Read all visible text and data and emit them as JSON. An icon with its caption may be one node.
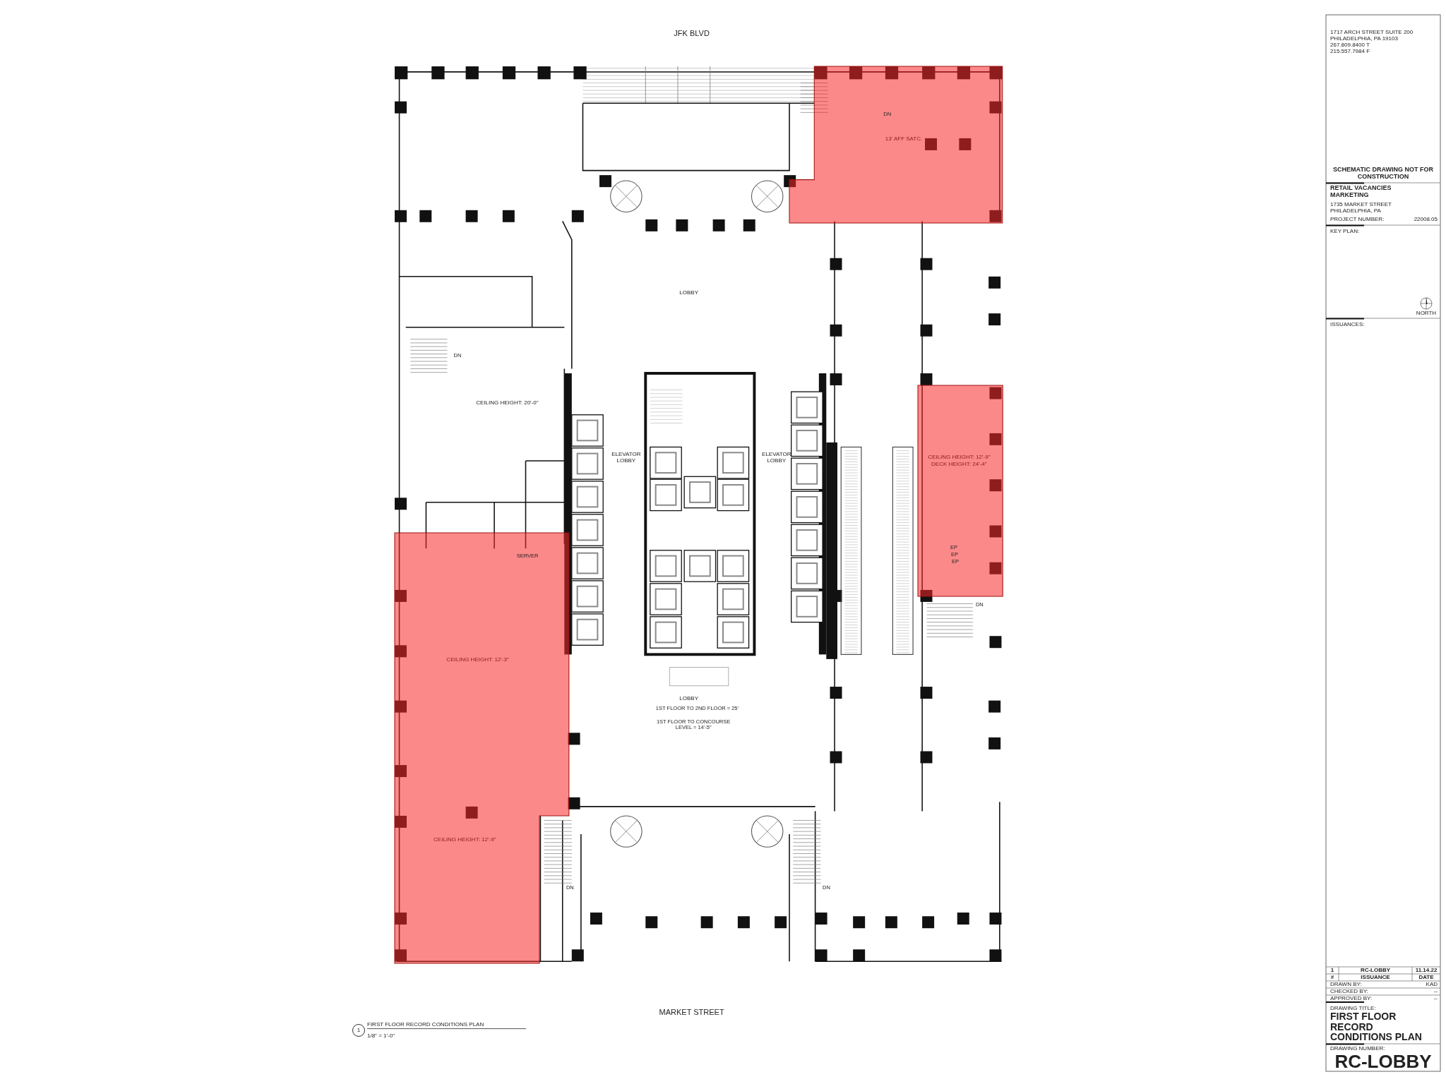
{
  "diagram": {
    "title": "FIRST FLOOR RECORD CONDITIONS PLAN",
    "nodes": [
      {
        "text": [
          "13' AFF SATC."
        ]
      },
      {
        "text": [
          "CEILING HEIGHT: 12'-9\"",
          "DECK HEIGHT: 24'-4\""
        ]
      },
      {
        "text": [
          "CEILING HEIGHT: 12'-3\"",
          "CEILING HEIGHT: 12'-9\""
        ]
      }
    ],
    "labels": [
      "JFK BLVD",
      "DN",
      "DN",
      "LOBBY",
      "CEILING HEIGHT: 20'-0\"",
      "ELEVATOR LOBBY",
      "ELEVATOR LOBBY",
      "SERVER",
      "EP",
      "EP",
      "EP",
      "DN",
      "LOBBY",
      "1ST FLOOR TO 2ND FLOOR = 25'",
      "1ST FLOOR TO CONCOURSE LEVEL = 14'-5\"",
      "DN",
      "DN",
      "MARKET STREET",
      "1",
      "1/8\" = 1'-0\"",
      "1717 ARCH STREET SUITE 200",
      "PHILADELPHIA, PA 19103",
      "267.809.8400 T",
      "215.557.7984 F",
      "SCHEMATIC DRAWING NOT FOR CONSTRUCTION",
      "RETAIL VACANCIES MARKETING",
      "1735 MARKET STREET",
      "PHILADELPHIA, PA",
      "PROJECT NUMBER:",
      "22008.05",
      "KEY PLAN:",
      "NORTH",
      "ISSUANCES:",
      "1",
      "RC-LOBBY",
      "11.14.22",
      "#",
      "ISSUANCE",
      "DATE",
      "DRAWN BY:",
      "KAD",
      "CHECKED BY:",
      "--",
      "APPROVED BY:",
      "--",
      "DRAWING TITLE:",
      "FIRST FLOOR RECORD CONDITIONS PLAN",
      "DRAWING NUMBER:",
      "RC-LOBBY"
    ]
  }
}
